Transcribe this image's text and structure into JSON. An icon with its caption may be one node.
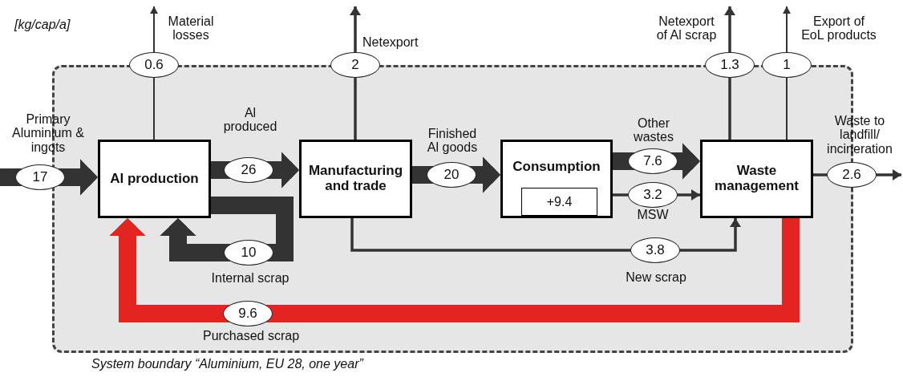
{
  "diagram": {
    "nodes": [
      {
        "text": [
          "System boundary “Aluminium, EU 28, one year”"
        ]
      },
      {
        "text": [
          "Al production"
        ],
        "in": 0
      },
      {
        "text": [
          "Manufacturing and trade"
        ],
        "in": 0
      },
      {
        "text": [
          "Consumption"
        ],
        "in": 0
      },
      {
        "text": [
          "+9.4"
        ],
        "in": 3
      },
      {
        "text": [
          "Waste management"
        ],
        "in": 0
      }
    ],
    "edges": [
      {
        "from": null,
        "to": 1,
        "arrow": "to",
        "label": "17",
        "style": "thick"
      },
      {
        "from": 1,
        "to": 2,
        "arrow": "to",
        "label": "26",
        "style": "thick"
      },
      {
        "from": 1,
        "to": 1,
        "arrow": "to",
        "label": "10",
        "style": "thick"
      },
      {
        "from": 2,
        "to": 3,
        "arrow": "to",
        "label": "20",
        "style": "thick"
      },
      {
        "from": 3,
        "to": 5,
        "arrow": "to",
        "label": "7.6",
        "style": "thick"
      },
      {
        "from": 3,
        "to": 5,
        "arrow": "to",
        "label": "3.2"
      },
      {
        "from": 2,
        "to": 5,
        "arrow": "to",
        "label": "3.8"
      },
      {
        "from": 5,
        "to": 1,
        "arrow": "to",
        "label": "9.6",
        "style": "thick",
        "color": "#e32420"
      },
      {
        "from": 1,
        "to": null,
        "arrow": "to",
        "label": "0.6"
      },
      {
        "from": 2,
        "to": null,
        "arrow": "to",
        "label": "2"
      },
      {
        "from": 5,
        "to": null,
        "arrow": "to",
        "label": "1.3"
      },
      {
        "from": 5,
        "to": null,
        "arrow": "to",
        "label": "1"
      },
      {
        "from": 5,
        "to": null,
        "arrow": "to",
        "label": "2.6"
      }
    ],
    "labels": [
      "[kg/cap/a]",
      "Material losses",
      "Netexport",
      "Netexport of Al scrap",
      "Export of EoL products",
      "Primary Aluminium & ingots",
      "Al produced",
      "Finished Al goods",
      "Other wastes",
      "Waste to landfill/ incineration",
      "MSW",
      "Internal scrap",
      "New scrap",
      "Purchased scrap"
    ]
  }
}
